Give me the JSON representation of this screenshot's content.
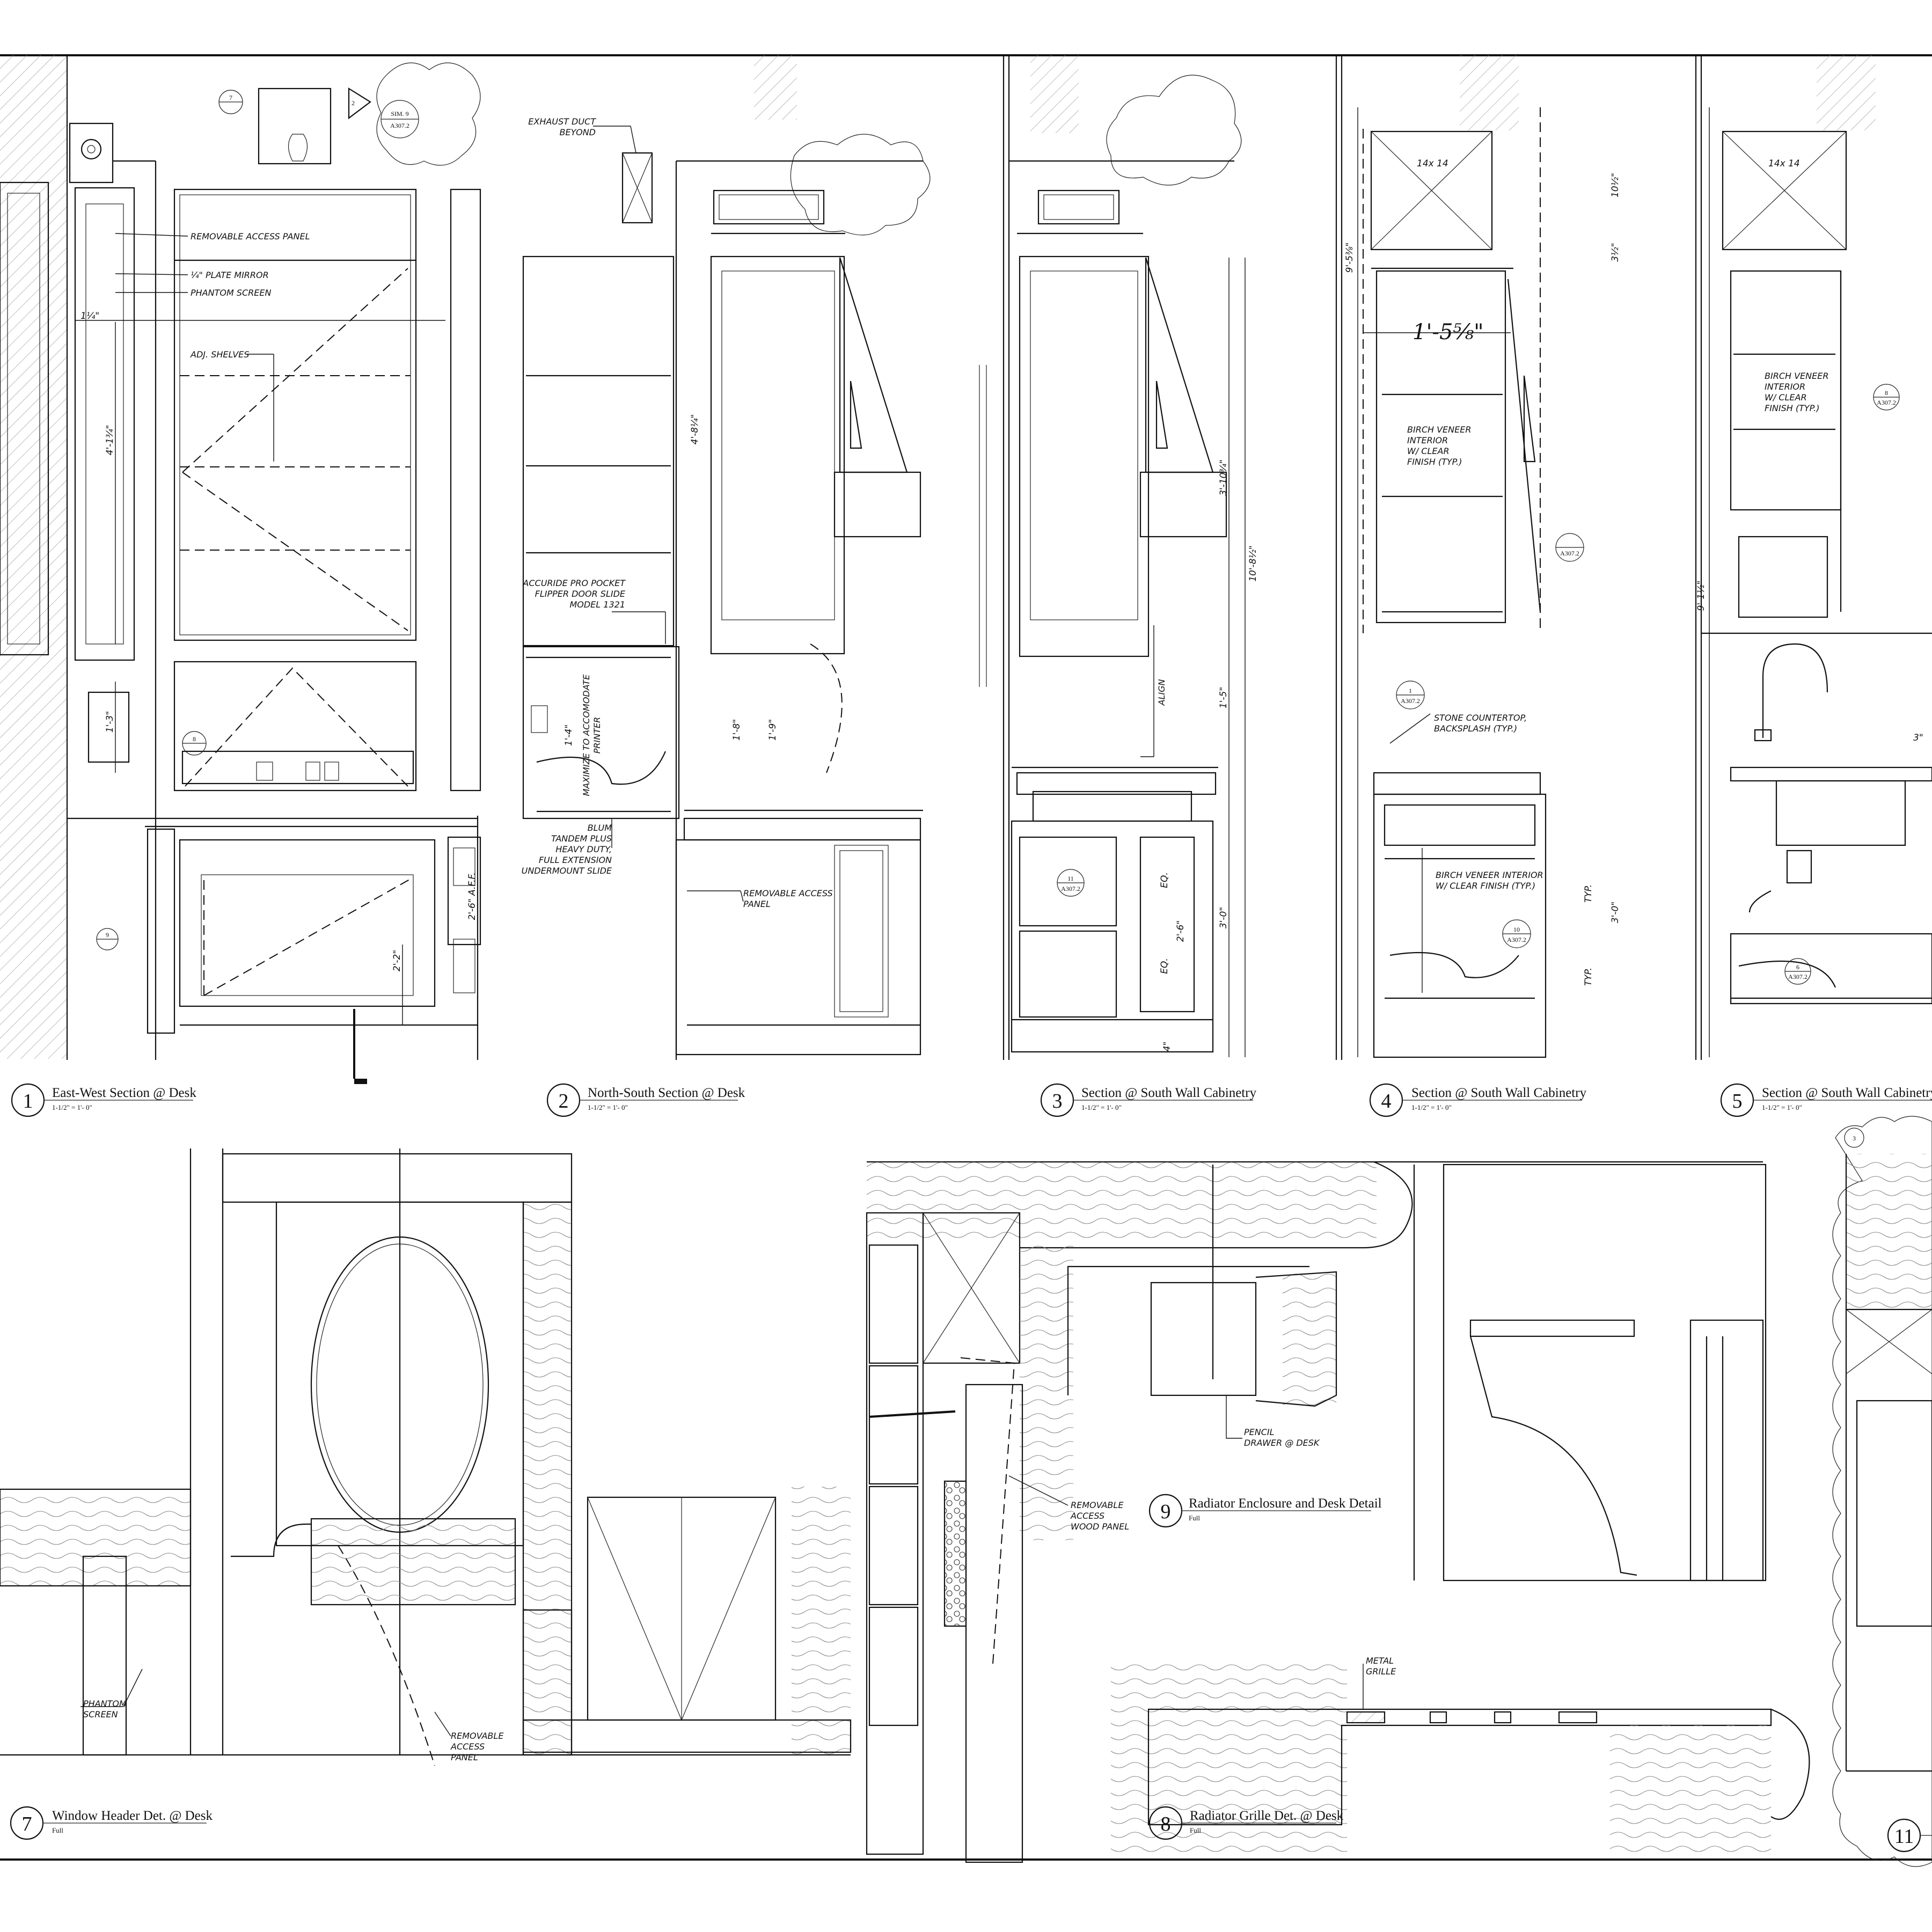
{
  "drawings": [
    {
      "number": "1",
      "title": "East-West Section @ Desk",
      "scale": "1-1/2\" = 1'- 0\""
    },
    {
      "number": "2",
      "title": "North-South Section @ Desk",
      "scale": "1-1/2\" = 1'- 0\""
    },
    {
      "number": "3",
      "title": "Section  @ South Wall Cabinetry",
      "scale": "1-1/2\" = 1'- 0\""
    },
    {
      "number": "4",
      "title": "Section  @ South Wall Cabinetry",
      "scale": "1-1/2\" = 1'- 0\""
    },
    {
      "number": "5",
      "title": "Section  @ South Wall Cabinetry",
      "scale": "1-1/2\" = 1'- 0\""
    },
    {
      "number": "7",
      "title": "Window Header Det. @ Desk",
      "scale": "Full"
    },
    {
      "number": "9",
      "title": "Radiator Enclosure and Desk Detail",
      "scale": "Full"
    },
    {
      "number": "8",
      "title": "Radiator Grille Det. @ Desk",
      "scale": "Full"
    },
    {
      "number": "11",
      "title": "",
      "scale": ""
    }
  ],
  "notes": {
    "access_panel": "REMOVABLE ACCESS PANEL",
    "plate_mirror": "¼\" PLATE MIRROR",
    "phantom_screen": "PHANTOM SCREEN",
    "adj_shelves": "ADJ. SHELVES",
    "exhaust_1": "EXHAUST DUCT",
    "exhaust_2": "BEYOND",
    "accuride_1": "ACCURIDE PRO POCKET",
    "accuride_2": "FLIPPER DOOR SLIDE",
    "accuride_3": "MODEL 1321",
    "maximize_1": "MAXIMIZE TO ACCOMODATE",
    "maximize_2": "PRINTER",
    "blum_1": "BLUM",
    "blum_2": "TANDEM PLUS",
    "blum_3": "HEAVY DUTY,",
    "blum_4": "FULL EXTENSION",
    "blum_5": "UNDERMOUNT SLIDE",
    "rem_access_1": "REMOVABLE ACCESS",
    "rem_access_2": "PANEL",
    "align": "ALIGN",
    "birch_1": "BIRCH VENEER",
    "birch_2": "INTERIOR",
    "birch_3": "W/ CLEAR",
    "birch_4": "FINISH (TYP.)",
    "stone_1": "STONE COUNTERTOP,",
    "stone_2": "BACKSPLASH  (TYP.)",
    "birch_drawer_1": "BIRCH VENEER INTERIOR",
    "birch_drawer_2": "W/ CLEAR FINISH (TYP.)",
    "birch5_4": "FINISH (TYP.)",
    "pencil_1": "PENCIL",
    "pencil_2": "DRAWER @ DESK",
    "wood_panel_1": "REMOVABLE",
    "wood_panel_2": "ACCESS",
    "wood_panel_3": "WOOD PANEL",
    "metal_1": "METAL",
    "metal_2": "GRILLE",
    "phantom_7_1": "PHANTOM",
    "phantom_7_2": "SCREEN",
    "rem7_1": "REMOVABLE",
    "rem7_2": "ACCESS",
    "rem7_3": "PANEL",
    "duct_size": "14x 14",
    "aff": "2'-6\" A.F.F.",
    "sim": "SIM. 9"
  },
  "dimensions": {
    "d1_height": "4'-1¾\"",
    "d1_low": "1'-3\"",
    "d1_desk": "2'-2\"",
    "d1_a": "1¼\"",
    "d2_upper": "4'-8¼\"",
    "d2_mid1": "1'-8\"",
    "d2_mid2": "1'-9\"",
    "d2_print": "1'-4\"",
    "d3_upper": "3'-10¾\"",
    "d3_mid": "1'-5\"",
    "d3_low": "3'-0\"",
    "d3_total": "10'-8½\"",
    "d3_drawer": "2'-6\"",
    "d3_eq": "EQ.",
    "d3_base": "4\"",
    "d4_width": "1'-5⅝\"",
    "d4_total": "9'-5⅜\"",
    "d4_low": "3'-0\"",
    "d4_typ": "TYP.",
    "d4_a": "10½\"",
    "d4_b": "3½\"",
    "d5_total": "9'-1½\"",
    "d5_a": "3\""
  },
  "callout_tags": {
    "a307_2": "A307.2",
    "ref_2": "2",
    "ref_7": "7",
    "ref_8": "8",
    "ref_9": "9",
    "ref_11": "11",
    "ref_10": "10",
    "ref_6": "6",
    "ref_3": "3",
    "ref_1": "1"
  }
}
